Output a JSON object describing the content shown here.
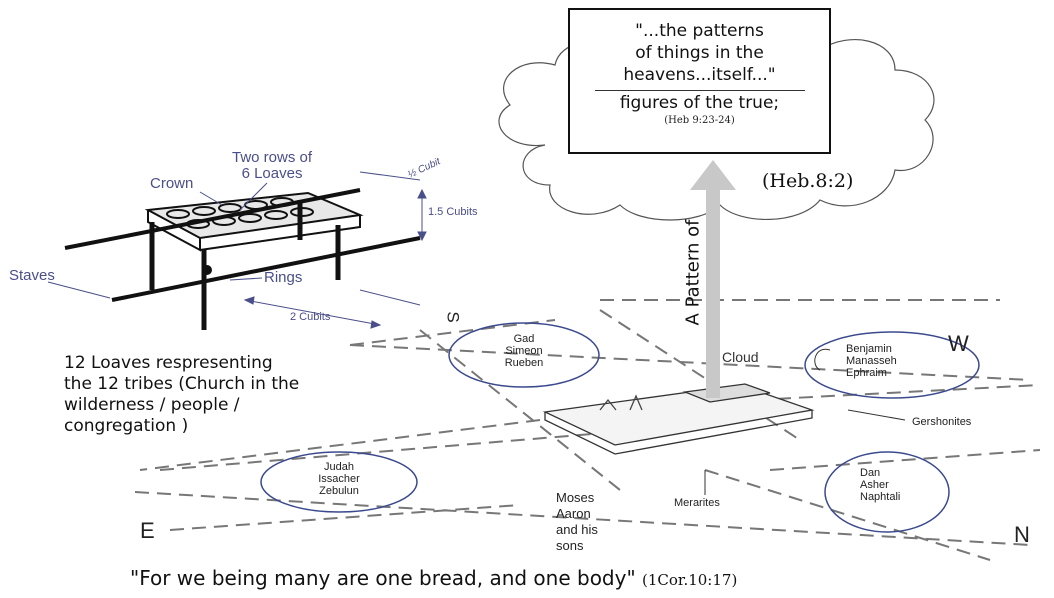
{
  "quote": {
    "line1": "\"...the patterns",
    "line2": "of things in the",
    "line3": "heavens...itself...\"",
    "line4": "figures of the true;",
    "ref": "(Heb 9:23-24)"
  },
  "cloud_ref": "(Heb.8:2)",
  "arrow_label": "A Pattern of",
  "table": {
    "two_rows": [
      "Two rows of",
      "6 Loaves"
    ],
    "crown": "Crown",
    "staves": "Staves",
    "rings": "Rings",
    "half_cubit": "½ Cubit",
    "height": "1.5 Cubits",
    "length": "2 Cubits"
  },
  "loaves_caption": [
    "12  Loaves respresenting",
    "the  12 tribes (Church in the",
    "wilderness / people /",
    "congregation )"
  ],
  "camp": {
    "cloud": "Cloud",
    "gershonites": "Gershonites",
    "merarites": "Merarites",
    "moses": [
      "Moses",
      "Aaron",
      "and his",
      "sons"
    ],
    "south_letter": "S",
    "west_letter": "W",
    "east_letter": "E",
    "north_letter": "N",
    "tribes_south": [
      "Gad",
      "Simeon",
      "Rueben"
    ],
    "tribes_west": [
      "Benjamin",
      "Manasseh",
      "Ephraim"
    ],
    "tribes_east": [
      "Judah",
      "Issacher",
      "Zebulun"
    ],
    "tribes_north": [
      "Dan",
      "Asher",
      "Naphtali"
    ]
  },
  "bottom": {
    "text": "\"For we being many are one bread, and one body\"",
    "ref": "(1Cor.10:17)"
  }
}
